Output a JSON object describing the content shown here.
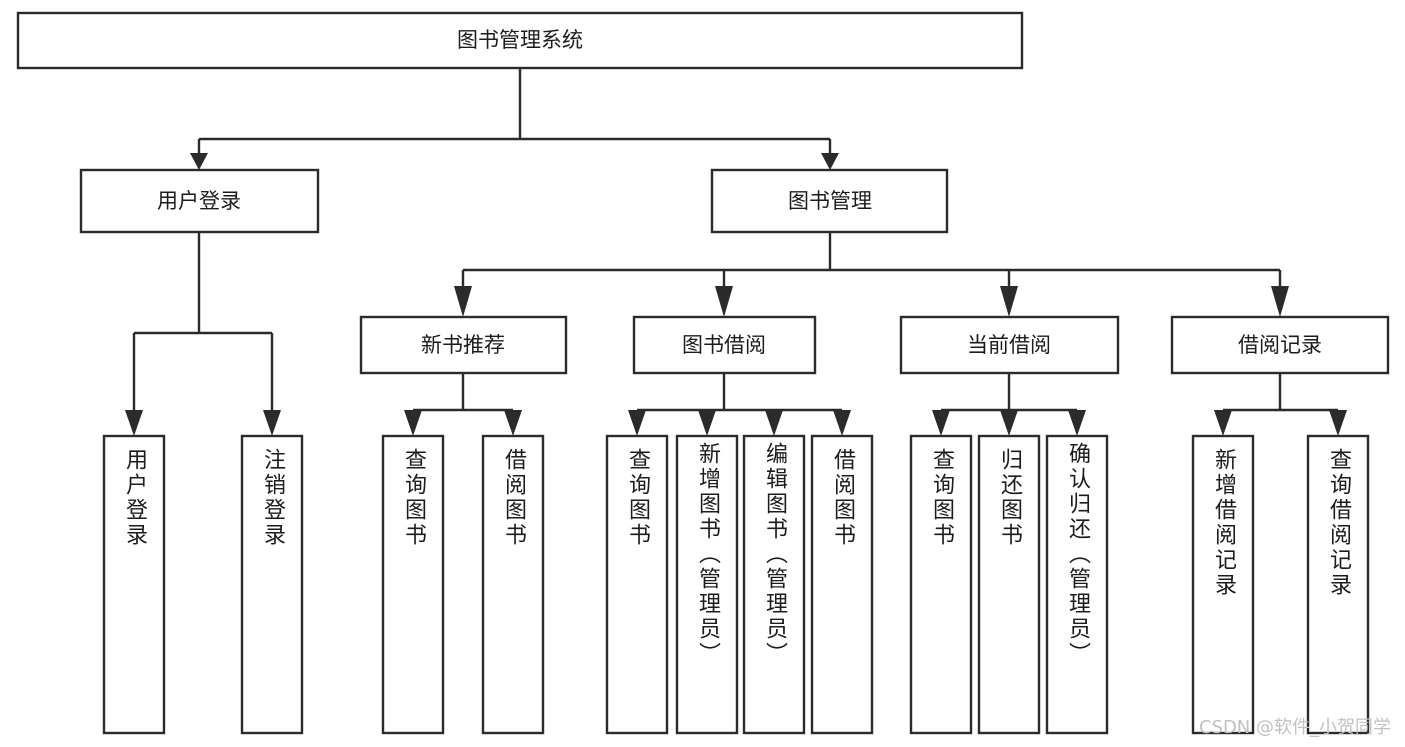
{
  "diagram": {
    "title": "图书管理系统",
    "type": "tree",
    "watermark": "CSDN @软件_小贺同学",
    "colors": {
      "stroke": "#2b2b2b",
      "fill": "#ffffff",
      "text": "#1c1c1c",
      "watermark": "#c2c2c2",
      "background": "#ffffff"
    },
    "root": {
      "label": "图书管理系统"
    },
    "level2": [
      {
        "label": "用户登录"
      },
      {
        "label": "图书管理"
      }
    ],
    "level3": [
      {
        "label": "新书推荐"
      },
      {
        "label": "图书借阅"
      },
      {
        "label": "当前借阅"
      },
      {
        "label": "借阅记录"
      }
    ],
    "leaves": {
      "user_login": [
        {
          "label": "用户登录"
        },
        {
          "label": "注销登录"
        }
      ],
      "new_book": [
        {
          "label": "查询图书"
        },
        {
          "label": "借阅图书"
        }
      ],
      "book_borrow": [
        {
          "label": "查询图书"
        },
        {
          "label": "新增图书（管理员）"
        },
        {
          "label": "编辑图书（管理员）"
        },
        {
          "label": "借阅图书"
        }
      ],
      "current_borrow": [
        {
          "label": "查询图书"
        },
        {
          "label": "归还图书"
        },
        {
          "label": "确认归还（管理员）"
        }
      ],
      "borrow_record": [
        {
          "label": "新增借阅记录"
        },
        {
          "label": "查询借阅记录"
        }
      ]
    }
  }
}
